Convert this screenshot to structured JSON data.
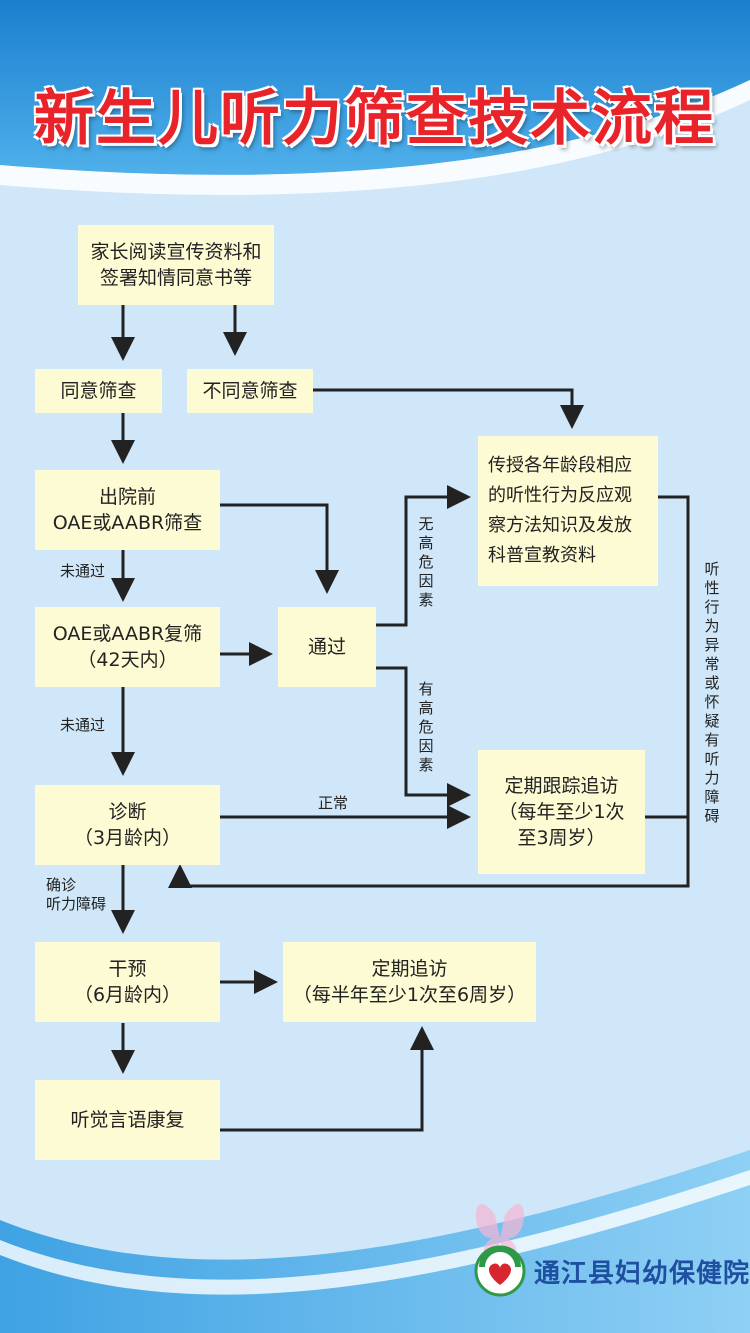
{
  "title": "新生儿听力筛查技术流程",
  "boxes": {
    "parent_read": [
      "家长阅读宣传资料和",
      "签署知情同意书等"
    ],
    "agree": "同意筛查",
    "disagree": "不同意筛查",
    "pre_discharge": [
      "出院前",
      "OAE或AABR筛查"
    ],
    "rescreen": [
      "OAE或AABR复筛",
      "（42天内）"
    ],
    "pass": "通过",
    "teach": [
      "传授各年龄段相应",
      "的听性行为反应观",
      "察方法知识及发放",
      "科普宣教资料"
    ],
    "followup_regular": [
      "定期跟踪追访",
      "（每年至少1次",
      "至3周岁）"
    ],
    "diagnosis": [
      "诊断",
      "（3月龄内）"
    ],
    "intervention": [
      "干预",
      "（6月龄内）"
    ],
    "followup": [
      "定期追访",
      "（每半年至少1次至6周岁）"
    ],
    "rehab": "听觉言语康复"
  },
  "labels": {
    "fail1": "未通过",
    "fail2": "未通过",
    "no_risk": "无高危因素",
    "has_risk": "有高危因素",
    "normal": "正常",
    "confirmed": [
      "确诊",
      "听力障碍"
    ],
    "abnormal": "听性行为异常或怀疑有听力障碍"
  },
  "footer": {
    "org": "通江县妇幼保健院"
  }
}
